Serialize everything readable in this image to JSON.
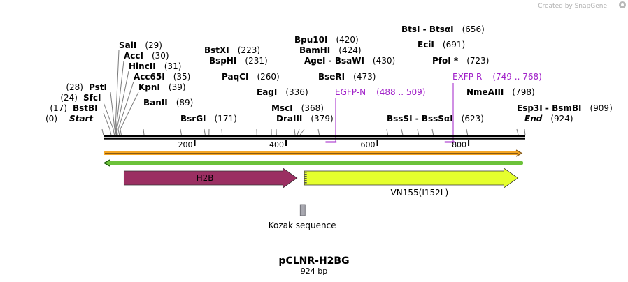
{
  "watermark": "Created by SnapGene",
  "plasmid": {
    "name": "pCLNR-H2BG",
    "length_label": "924 bp",
    "length": 924
  },
  "ruler": {
    "ticks": [
      200,
      400,
      600,
      800
    ]
  },
  "sites": [
    {
      "name": "Start",
      "pos": 0,
      "label": "(0)"
    },
    {
      "name": "BstBI",
      "pos": 17,
      "label": "(17)"
    },
    {
      "name": "SfcI",
      "pos": 24,
      "label": "(24)"
    },
    {
      "name": "PstI",
      "pos": 28,
      "label": "(28)"
    },
    {
      "name": "SalI",
      "pos": 29,
      "label": "(29)"
    },
    {
      "name": "AccI",
      "pos": 30,
      "label": "(30)"
    },
    {
      "name": "HincII",
      "pos": 31,
      "label": "(31)"
    },
    {
      "name": "Acc65I",
      "pos": 35,
      "label": "(35)"
    },
    {
      "name": "KpnI",
      "pos": 39,
      "label": "(39)"
    },
    {
      "name": "BanII",
      "pos": 89,
      "label": "(89)"
    },
    {
      "name": "BsrGI",
      "pos": 171,
      "label": "(171)"
    },
    {
      "name": "BstXI",
      "pos": 223,
      "label": "(223)"
    },
    {
      "name": "BspHI",
      "pos": 231,
      "label": "(231)"
    },
    {
      "name": "PaqCI",
      "pos": 260,
      "label": "(260)"
    },
    {
      "name": "EagI",
      "pos": 336,
      "label": "(336)"
    },
    {
      "name": "MscI",
      "pos": 368,
      "label": "(368)"
    },
    {
      "name": "DraIII",
      "pos": 379,
      "label": "(379)"
    },
    {
      "name": "Bpu10I",
      "pos": 420,
      "label": "(420)"
    },
    {
      "name": "BamHI",
      "pos": 424,
      "label": "(424)"
    },
    {
      "name": "AgeI - BsaWI",
      "pos": 430,
      "label": "(430)"
    },
    {
      "name": "BseRI",
      "pos": 473,
      "label": "(473)"
    },
    {
      "name": "BssSI - BssSαI",
      "pos": 623,
      "label": "(623)"
    },
    {
      "name": "BtsI - BtsαI",
      "pos": 656,
      "label": "(656)"
    },
    {
      "name": "EciI",
      "pos": 691,
      "label": "(691)"
    },
    {
      "name": "PfoI *",
      "pos": 723,
      "label": "(723)"
    },
    {
      "name": "NmeAIII",
      "pos": 798,
      "label": "(798)"
    },
    {
      "name": "Esp3I - BsmBI",
      "pos": 909,
      "label": "(909)"
    },
    {
      "name": "End",
      "pos": 924,
      "label": "(924)"
    }
  ],
  "primers": [
    {
      "name": "EGFP-N",
      "range": "(488 .. 509)",
      "start": 488,
      "end": 509,
      "color": "#a020c8"
    },
    {
      "name": "EXFP-R",
      "range": "(749 .. 768)",
      "start": 749,
      "end": 768,
      "color": "#a020c8"
    }
  ],
  "features": [
    {
      "name": "H2B",
      "start": 45,
      "end": 424,
      "color": "#9b2f62",
      "label_inside": true
    },
    {
      "name": "VN155(I152L)",
      "start": 440,
      "end": 908,
      "color": "#e5ff2e",
      "label_inside": false
    },
    {
      "name": "Kozak sequence",
      "start": 431,
      "end": 440,
      "color": "#a8a8b0",
      "label_inside": false
    }
  ],
  "strands": {
    "forward_color": "#f5a623",
    "reverse_color": "#3a9c1f"
  }
}
